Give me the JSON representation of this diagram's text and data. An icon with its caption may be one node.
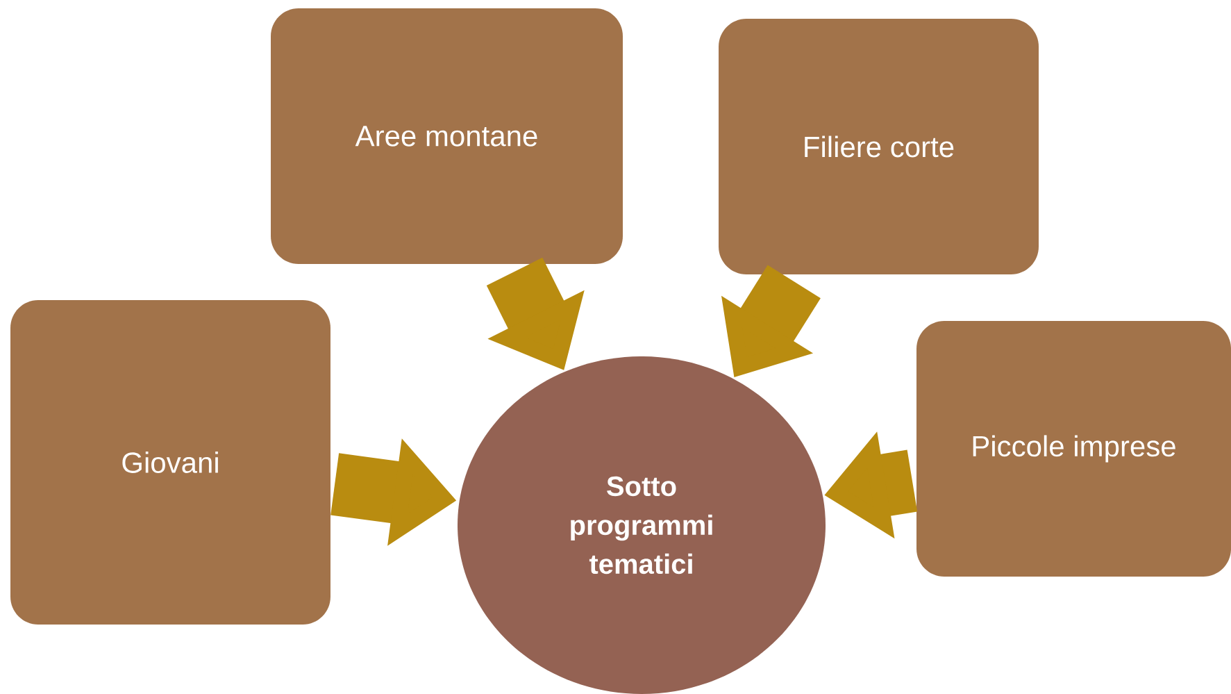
{
  "diagram": {
    "nodes": [
      {
        "text": [
          "Aree montane"
        ]
      },
      {
        "text": [
          "Filiere corte"
        ]
      },
      {
        "text": [
          "Giovani"
        ]
      },
      {
        "text": [
          "Piccole imprese"
        ]
      },
      {
        "text": [
          "Sotto programmi tematici"
        ]
      }
    ],
    "edges": [
      {
        "from": 0,
        "to": 4,
        "arrow": "to"
      },
      {
        "from": 1,
        "to": 4,
        "arrow": "to"
      },
      {
        "from": 2,
        "to": 4,
        "arrow": "to"
      },
      {
        "from": 3,
        "to": 4,
        "arrow": "to"
      }
    ]
  }
}
